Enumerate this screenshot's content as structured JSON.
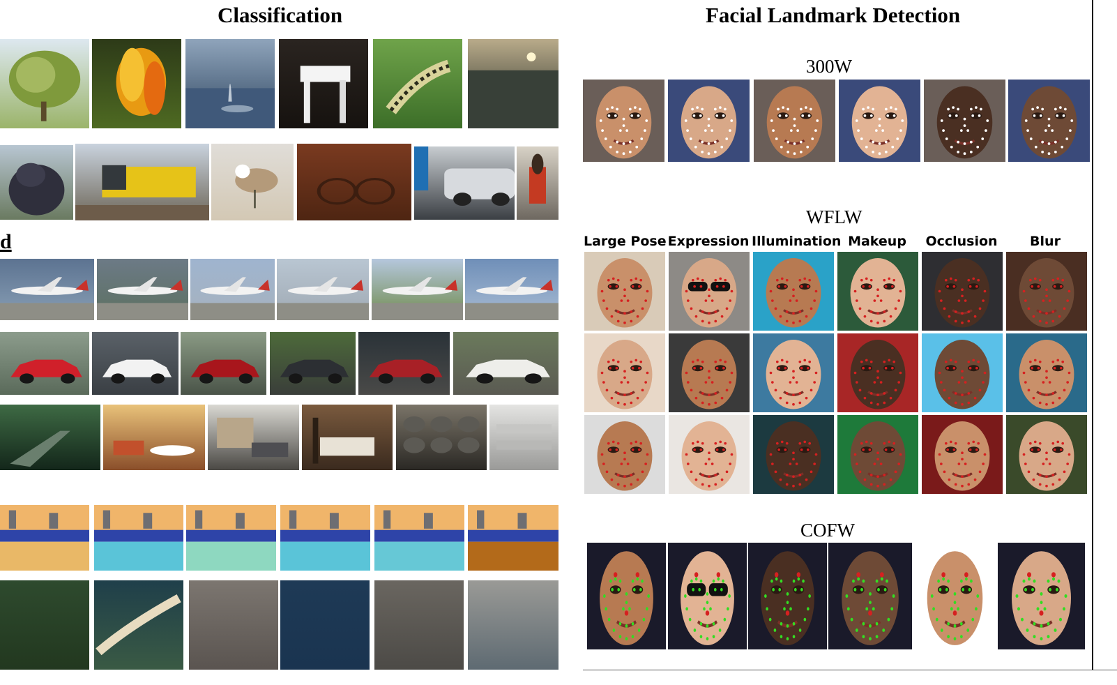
{
  "titles": {
    "classification": "Classification",
    "landmark": "Facial Landmark Detection"
  },
  "left_row_label": "d",
  "datasets": {
    "w300": "300W",
    "wflw": "WFLW",
    "cofw": "COFW"
  },
  "wflw_conditions": [
    "Large Pose",
    "Expression",
    "Illumination",
    "Makeup",
    "Occlusion",
    "Blur"
  ],
  "image_rows": {
    "natural_objects_1": [
      "tree-photo",
      "tulip-photo",
      "whale-spout-photo",
      "table-photo",
      "caterpillar-photo",
      "sunset-sea-photo"
    ],
    "natural_objects_2": [
      "seal-photo",
      "train-photo",
      "shorebird-photo",
      "bicycle-photo",
      "car-photo",
      "hydrant-photo"
    ],
    "aircraft": [
      "jet-photo-1",
      "jet-photo-2",
      "airliner-photo-1",
      "airliner-photo-2",
      "jet-photo-3",
      "airliner-photo-3"
    ],
    "cars": [
      "sports-car-photo",
      "van-photo",
      "pickup-photo",
      "sedan-photo",
      "suv-photo",
      "luxury-car-photo"
    ],
    "scenes": [
      "escalator-photo",
      "living-room-photo",
      "garage-photo",
      "bedroom-photo",
      "wine-cellar-photo",
      "store-photo"
    ],
    "synthetic": [
      "synthetic-scene-1",
      "synthetic-scene-2",
      "synthetic-scene-3",
      "synthetic-scene-4",
      "synthetic-scene-5",
      "synthetic-scene-6"
    ],
    "satellite": [
      "forest-satellite",
      "river-satellite",
      "urban-satellite",
      "water-satellite",
      "city-satellite",
      "highway-satellite"
    ]
  },
  "colors": {
    "landmark_red": "#d62020",
    "landmark_green": "#33dd22",
    "landmark_white": "#ffffff"
  }
}
